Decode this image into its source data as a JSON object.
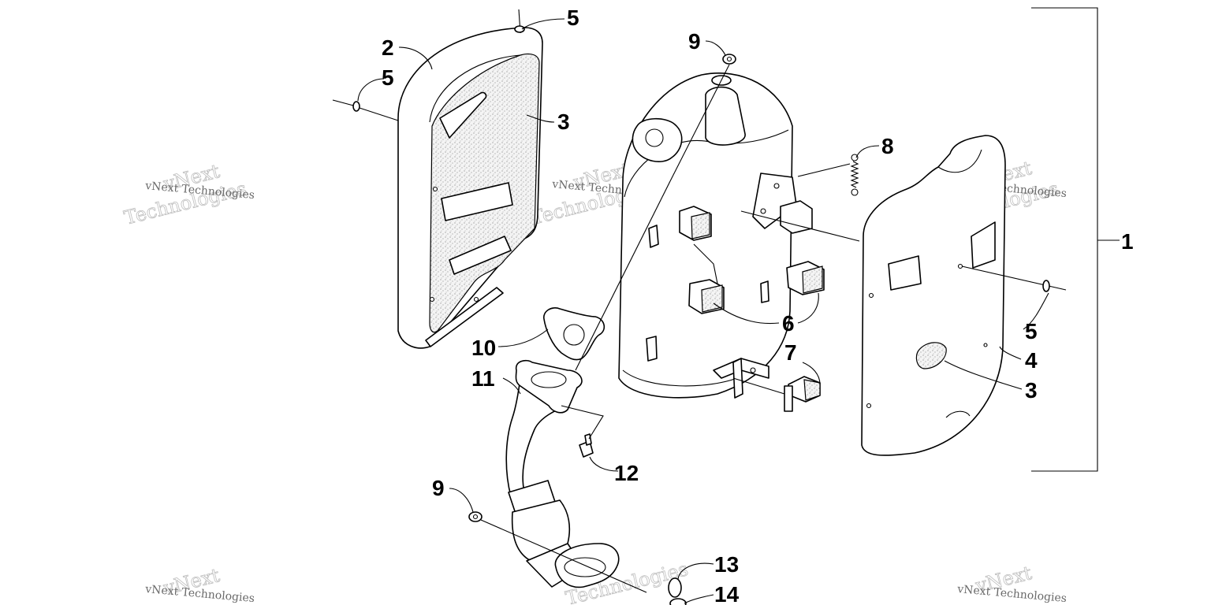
{
  "diagram": {
    "title": "",
    "callouts": [
      {
        "id": "c1",
        "label": "1"
      },
      {
        "id": "c2",
        "label": "2"
      },
      {
        "id": "c3a",
        "label": "3"
      },
      {
        "id": "c3b",
        "label": "3"
      },
      {
        "id": "c4",
        "label": "4"
      },
      {
        "id": "c5a",
        "label": "5"
      },
      {
        "id": "c5b",
        "label": "5"
      },
      {
        "id": "c5c",
        "label": "5"
      },
      {
        "id": "c6",
        "label": "6"
      },
      {
        "id": "c7",
        "label": "7"
      },
      {
        "id": "c8",
        "label": "8"
      },
      {
        "id": "c9a",
        "label": "9"
      },
      {
        "id": "c9b",
        "label": "9"
      },
      {
        "id": "c10",
        "label": "10"
      },
      {
        "id": "c11",
        "label": "11"
      },
      {
        "id": "c12",
        "label": "12"
      },
      {
        "id": "c13",
        "label": "13"
      },
      {
        "id": "c14",
        "label": "14"
      }
    ],
    "watermark": {
      "brand_large_1": "vNext",
      "brand_large_2": "Technologies",
      "brand_small": "vNext Technologies"
    }
  }
}
